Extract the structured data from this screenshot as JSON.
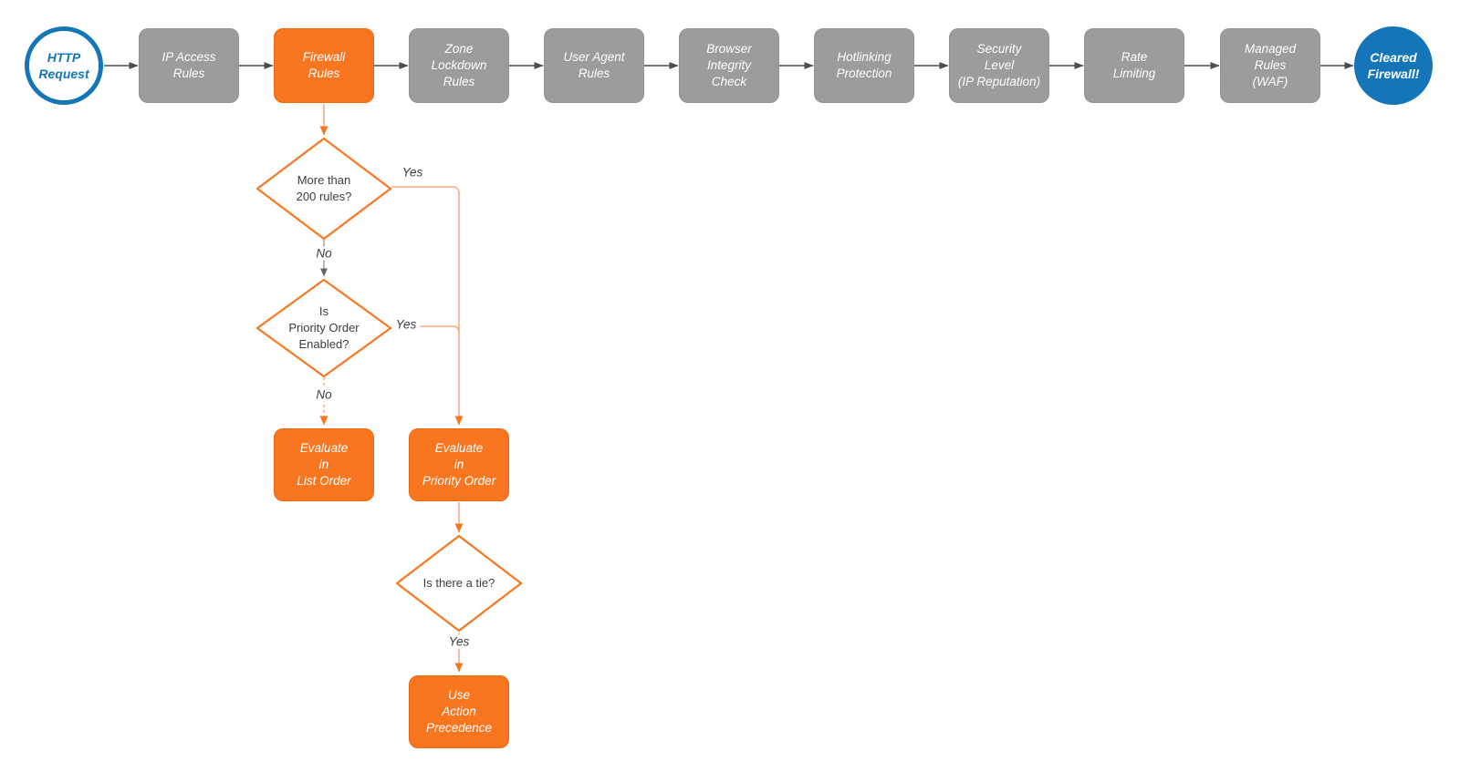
{
  "flow": {
    "start": "HTTP\nRequest",
    "end": "Cleared\nFirewall!",
    "pipeline": [
      "IP Access\nRules",
      "Firewall\nRules",
      "Zone\nLockdown\nRules",
      "User Agent\nRules",
      "Browser\nIntegrity\nCheck",
      "Hotlinking\nProtection",
      "Security\nLevel\n(IP Reputation)",
      "Rate\nLimiting",
      "Managed\nRules\n(WAF)"
    ],
    "decisions": [
      "More than\n200 rules?",
      "Is\nPriority Order\nEnabled?",
      "Is there a tie?"
    ],
    "actions": [
      "Evaluate\nin\nList Order",
      "Evaluate\nin\nPriority Order",
      "Use\nAction\nPrecedence"
    ],
    "edge_labels": {
      "yes_200_rules": "Yes",
      "no_200_rules": "No",
      "yes_priority_enabled": "Yes",
      "no_priority_enabled": "No",
      "yes_tie": "Yes"
    }
  },
  "colors": {
    "accent_orange": "#F8761F",
    "accent_orange_light": "#F9A97E",
    "node_gray": "#9C9C9C",
    "arrow_gray": "#4D4D4D",
    "brand_blue": "#1476B8",
    "text_dark": "#3D3D3D",
    "background": "#FFFFFF"
  }
}
